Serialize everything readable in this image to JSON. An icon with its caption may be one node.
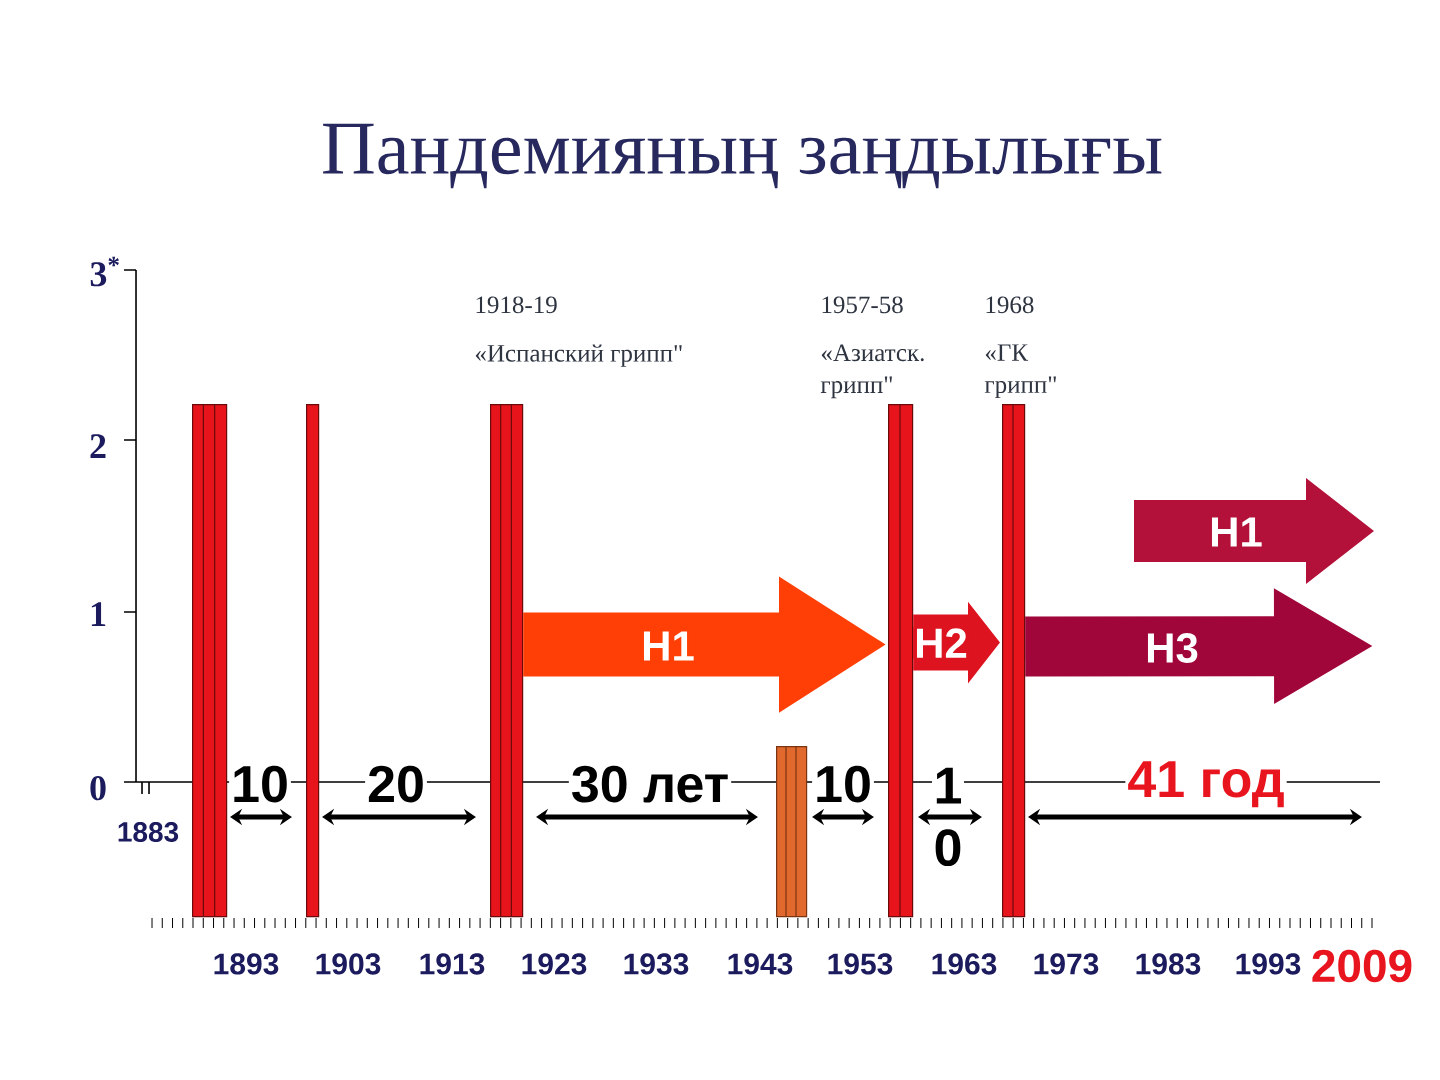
{
  "diagram": {
    "title": "Пандемияның заңдылығы",
    "nodes": [
      {
        "text": [],
        "shape": "bar"
      },
      {
        "text": [],
        "shape": "bar"
      },
      {
        "text": [],
        "shape": "bar",
        "beside": [
          "1918-19",
          "«Испанский грипп\""
        ]
      },
      {
        "text": [],
        "shape": "bar"
      },
      {
        "text": [],
        "shape": "bar",
        "beside": [
          "1957-58",
          "«Азиатск. грипп\""
        ]
      },
      {
        "text": [],
        "shape": "bar",
        "beside": [
          "1968",
          "«ГК грипп\""
        ]
      },
      {
        "text": [
          "H1"
        ]
      }
    ],
    "edges": [
      {
        "from": 2,
        "to": 4,
        "arrow": "to",
        "label": "H1",
        "color": "#ff3f05"
      },
      {
        "from": 4,
        "to": 5,
        "arrow": "to",
        "label": "H2",
        "color": "#dd1420"
      },
      {
        "from": 5,
        "to": null,
        "arrow": "to",
        "label": "H3",
        "color": "#a0063a"
      }
    ],
    "labels": [
      "3$^{*}$",
      "2",
      "1",
      "0",
      "10",
      "20",
      "30 лет",
      "10",
      "1 0",
      "41 год",
      "1883",
      "1893",
      "1903",
      "1913",
      "1923",
      "1933",
      "1943",
      "1953",
      "1963",
      "1973",
      "1983",
      "1993",
      "2009"
    ]
  }
}
